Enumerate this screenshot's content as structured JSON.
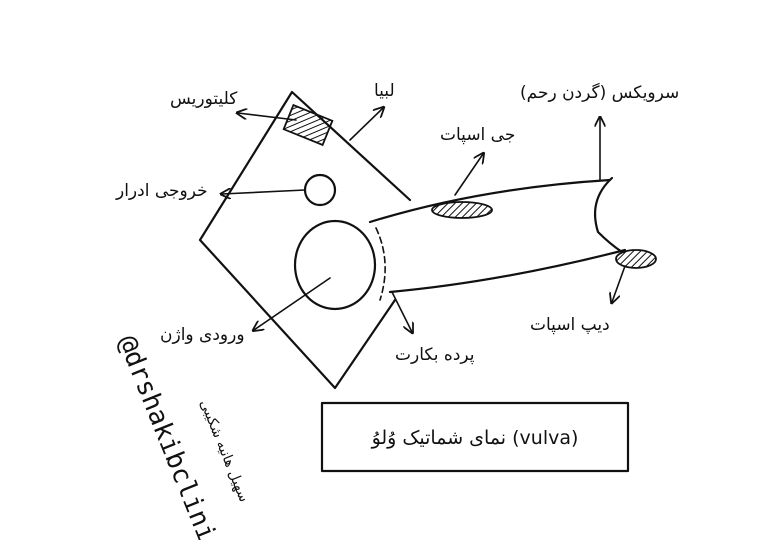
{
  "diagram": {
    "title": "نمای شماتیک وُلوُ (vulva)",
    "labels": {
      "clitoris": "کلیتوریس",
      "labia": "لبیا",
      "urethra_opening": "خروجی ادرار",
      "vaginal_opening": "ورودی واژن",
      "hymen": "پرده بکارت",
      "g_spot": "جی اسپات",
      "deep_spot": "دیپ اسپات",
      "cervix": "سرویکس (گردن رحم)"
    },
    "handle": "@drshakibclinic",
    "credit": "سهیل هانیه شکیبی"
  }
}
